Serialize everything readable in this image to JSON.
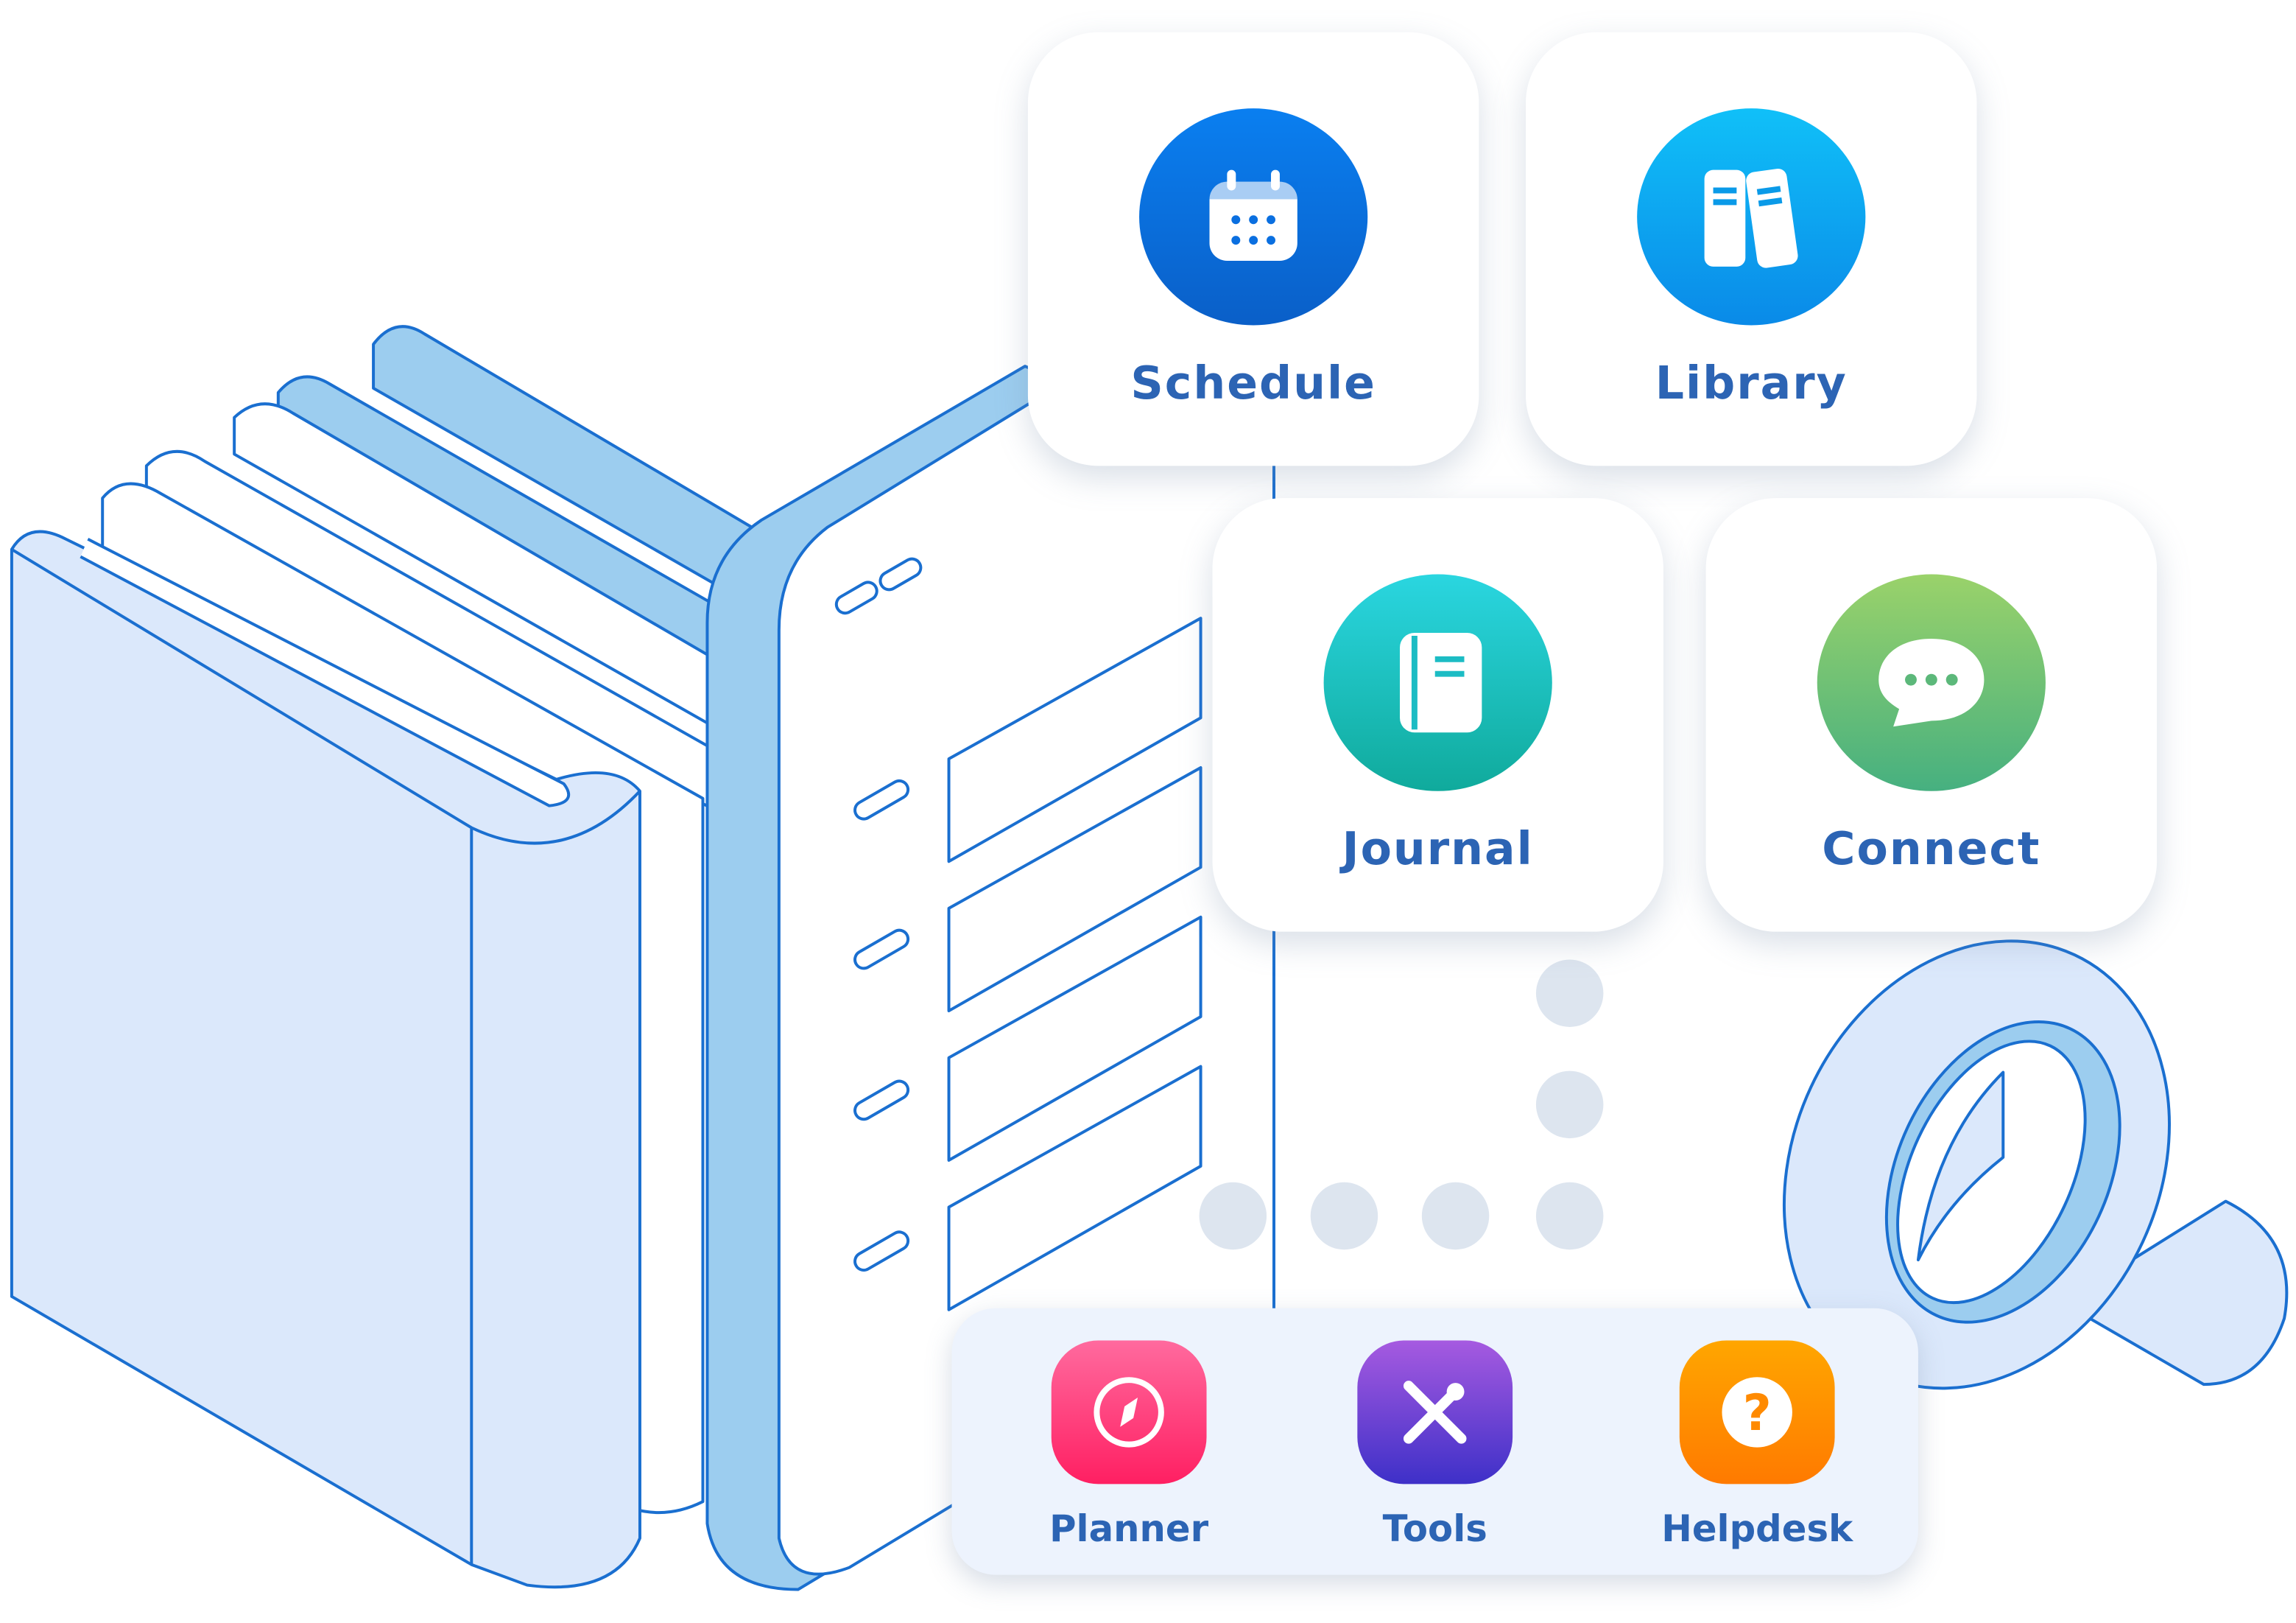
{
  "cards": [
    {
      "label": "Schedule",
      "icon": "calendar-icon",
      "color": "#0a6fe0"
    },
    {
      "label": "Library",
      "icon": "books-icon",
      "color": "#0aa6f0"
    },
    {
      "label": "Journal",
      "icon": "notebook-icon",
      "color": "#1cbcc4"
    },
    {
      "label": "Connect",
      "icon": "chat-bubble-icon",
      "color": "#6cc07a"
    }
  ],
  "dock": [
    {
      "label": "Planner",
      "icon": "compass-icon",
      "color": "#ff2f7a"
    },
    {
      "label": "Tools",
      "icon": "tools-icon",
      "color": "#6a3fd8"
    },
    {
      "label": "Helpdesk",
      "icon": "help-icon",
      "color": "#ff8a00"
    }
  ],
  "colors": {
    "outline": "#1a6fd0",
    "fill": "#dbe8fb",
    "accent": "#9ccdef"
  }
}
